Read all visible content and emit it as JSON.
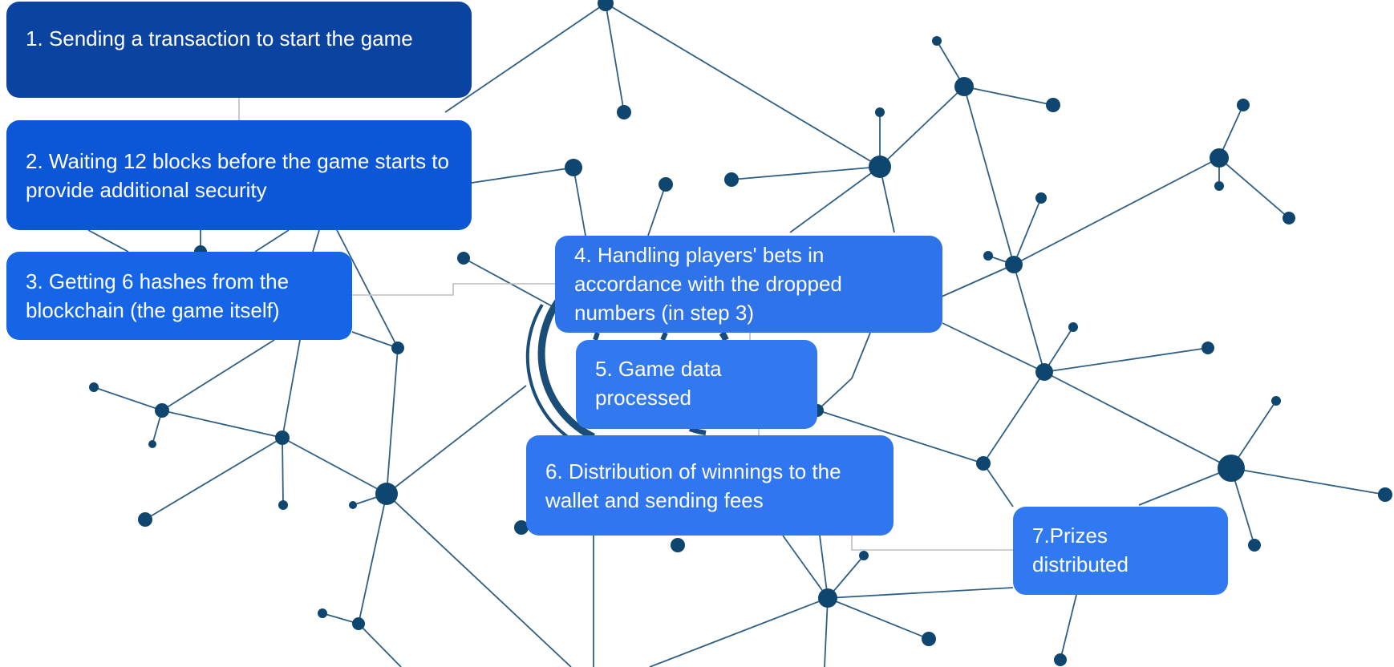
{
  "diagram": {
    "steps": [
      {
        "label": "1. Sending a transaction to start the game"
      },
      {
        "label": "2. Waiting 12 blocks before the game starts to provide additional security"
      },
      {
        "label": "3. Getting 6 hashes from the blockchain (the game itself)"
      },
      {
        "label": "4. Handling players' bets in accordance with the dropped numbers (in step 3)"
      },
      {
        "label": "5. Game data processed"
      },
      {
        "label": "6. Distribution of winnings to the wallet and sending fees"
      },
      {
        "label": "7.Prizes distributed"
      }
    ],
    "colors": {
      "step_1": "#0a43a0",
      "step_2": "#0b57d8",
      "step_3": "#1565e6",
      "step_4": "#2f73ea",
      "step_5": "#3278ee",
      "step_6": "#2f76f0",
      "step_7": "#3079f0",
      "node": "#0f4670",
      "edge": "#2f5f85",
      "connector": "#bdbdbd"
    }
  }
}
